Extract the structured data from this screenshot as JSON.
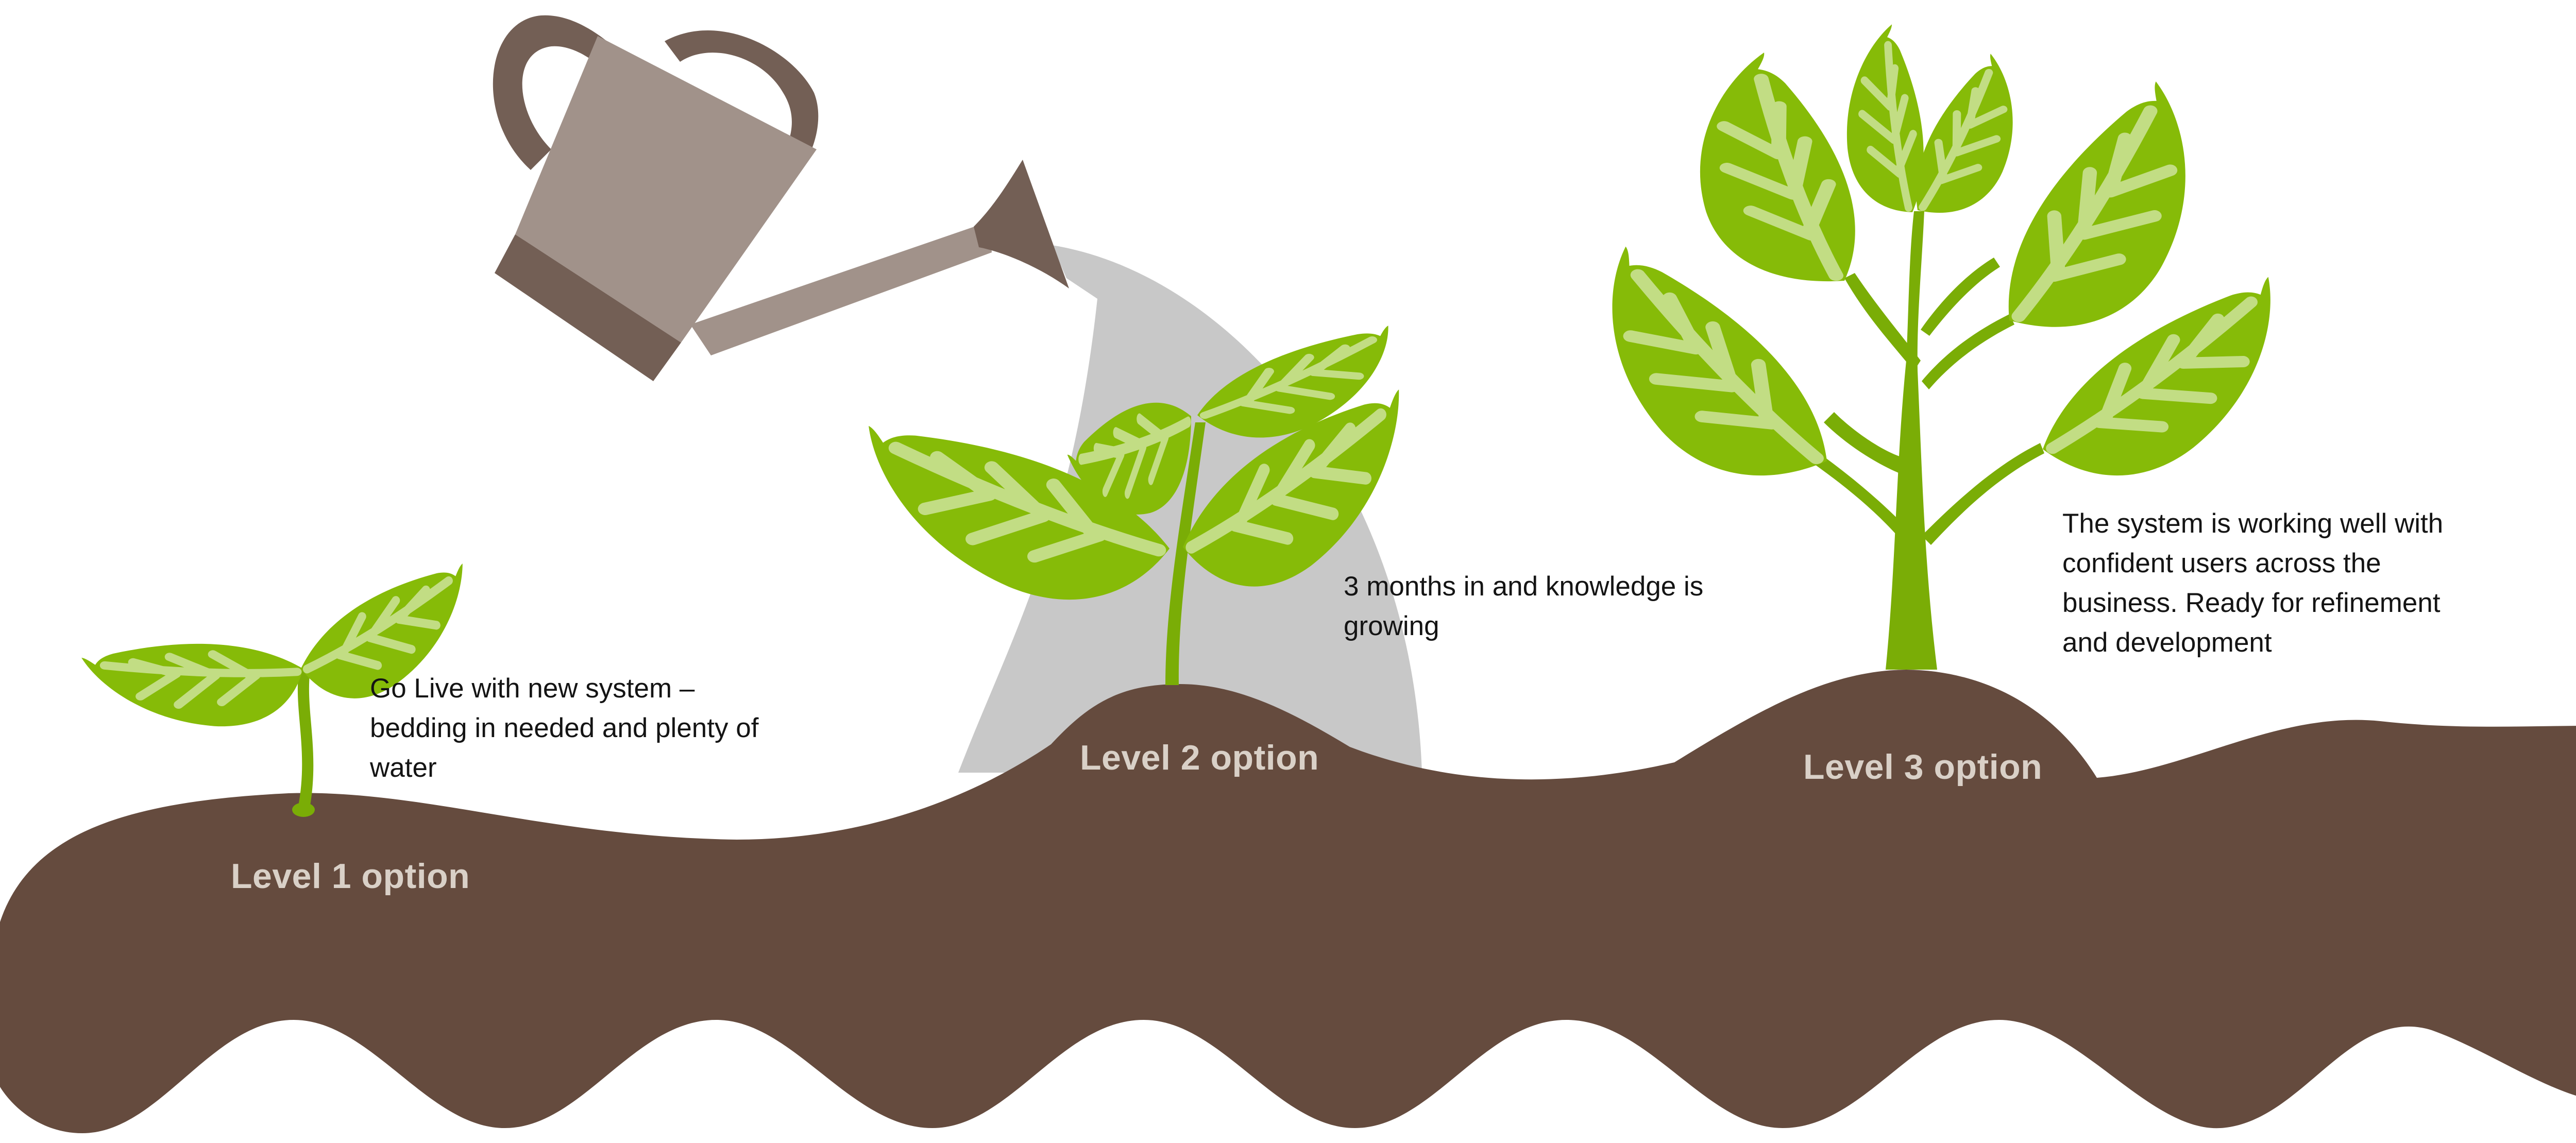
{
  "colors": {
    "soil": "#654b3e",
    "leaf": "#86bb08",
    "leaf_vein": "#c2dd84",
    "stem": "#7aad06",
    "can_body": "#a1928a",
    "can_dark": "#735f55",
    "water": "#c8c8c8",
    "label_text": "#d9d0c7"
  },
  "icons": [
    "watering-can-icon",
    "sprout-icon",
    "seedling-icon",
    "plant-icon"
  ],
  "levels": [
    {
      "label": "Level 1 option",
      "description_lines": [
        "Go Live with new system –",
        "bedding in needed and plenty of",
        "water"
      ]
    },
    {
      "label": "Level 2 option",
      "description_lines": [
        "3 months in and knowledge is",
        "growing"
      ]
    },
    {
      "label": "Level 3 option",
      "description_lines": [
        "The system is working well with",
        "confident users across the",
        "business. Ready for refinement",
        "and development"
      ]
    }
  ]
}
